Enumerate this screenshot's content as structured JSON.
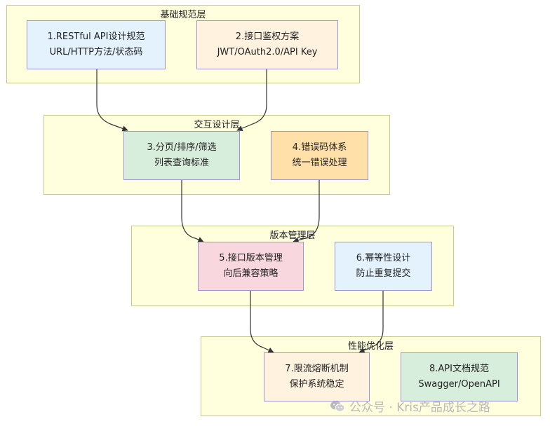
{
  "layers": {
    "foundation": {
      "title": "基础规范层"
    },
    "interaction": {
      "title": "交互设计层"
    },
    "versioning": {
      "title": "版本管理层"
    },
    "performance": {
      "title": "性能优化层"
    }
  },
  "nodes": {
    "n1": {
      "line1": "1.RESTful API设计规范",
      "line2": "URL/HTTP方法/状态码",
      "fill": "#e3f2fd"
    },
    "n2": {
      "line1": "2.接口鉴权方案",
      "line2": "JWT/OAuth2.0/API Key",
      "fill": "#fff3e0"
    },
    "n3": {
      "line1": "3.分页/排序/筛选",
      "line2": "列表查询标准",
      "fill": "#d8eedc"
    },
    "n4": {
      "line1": "4.错误码体系",
      "line2": "统一错误处理",
      "fill": "#ffe0a8"
    },
    "n5": {
      "line1": "5.接口版本管理",
      "line2": "向后兼容策略",
      "fill": "#f8d7df"
    },
    "n6": {
      "line1": "6.幂等性设计",
      "line2": "防止重复提交",
      "fill": "#e3f2fd"
    },
    "n7": {
      "line1": "7.限流熔断机制",
      "line2": "保护系统稳定",
      "fill": "#fff3e0"
    },
    "n8": {
      "line1": "8.API文档规范",
      "line2": "Swagger/OpenAPI",
      "fill": "#d8eedc"
    }
  },
  "watermark": {
    "text": "公众号 · Kris产品成长之路",
    "icon": "wechat-icon"
  }
}
